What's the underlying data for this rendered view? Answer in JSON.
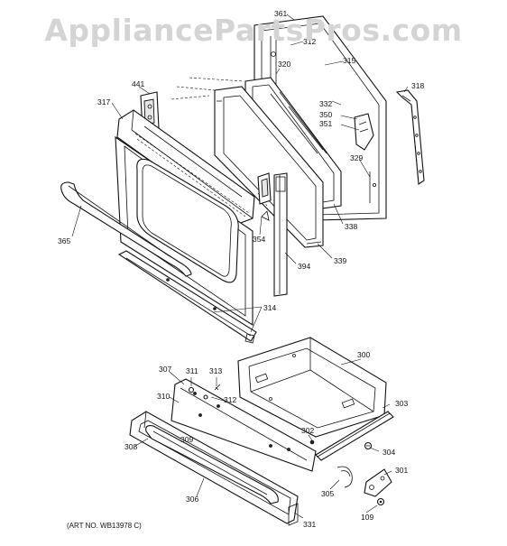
{
  "watermark": "AppliancePartsPros.com",
  "art_number": "(ART NO. WB13978 C)",
  "labels": {
    "p361": "361",
    "p312a": "312",
    "p320": "320",
    "p315": "315",
    "p318": "318",
    "p441": "441",
    "p317": "317",
    "p332": "332",
    "p350": "350",
    "p351": "351",
    "p329": "329",
    "p365": "365",
    "p354": "354",
    "p338": "338",
    "p339": "339",
    "p394": "394",
    "p314": "314",
    "p300": "300",
    "p307": "307",
    "p311": "311",
    "p313": "313",
    "p310": "310",
    "p312b": "312",
    "p303": "303",
    "p309": "309",
    "p308": "308",
    "p302": "302",
    "p304": "304",
    "p301": "301",
    "p306": "306",
    "p305": "305",
    "p109": "109",
    "p331": "331"
  }
}
